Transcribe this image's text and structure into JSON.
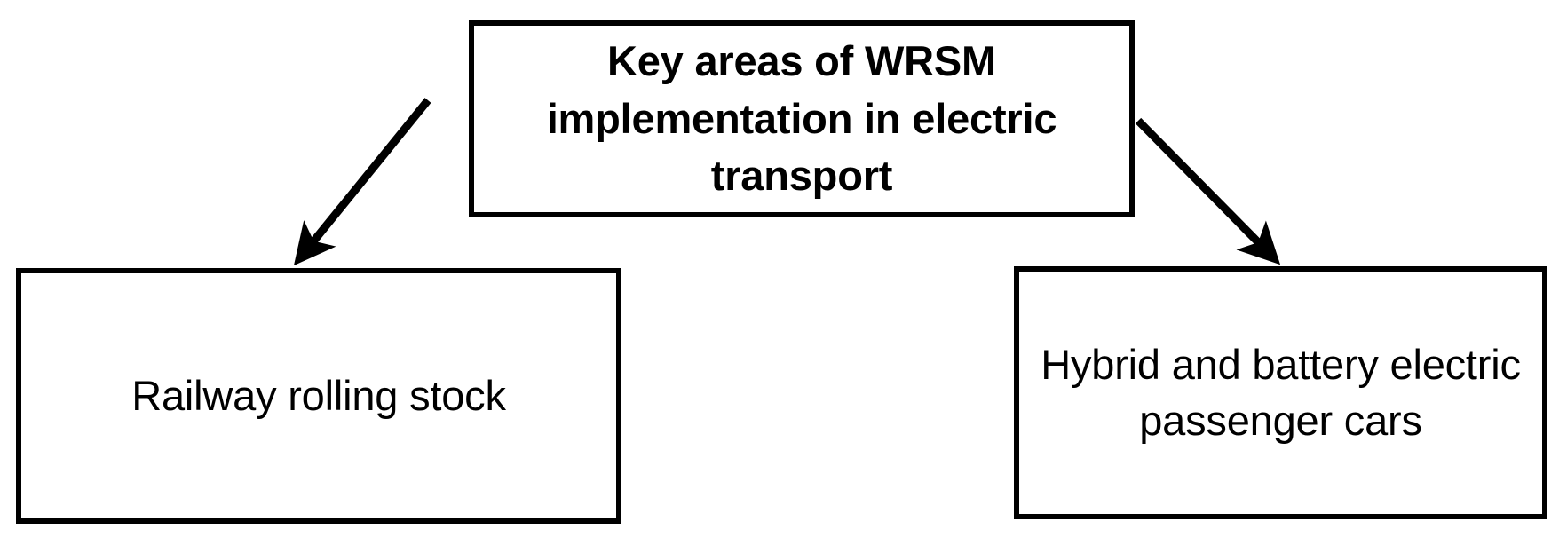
{
  "diagram": {
    "type": "flowchart",
    "orientation": "top-down",
    "background_color": "#ffffff",
    "stroke_color": "#000000",
    "nodes": {
      "root": {
        "label": "Key areas of WRSM implementation in electric transport",
        "shape": "rectangle",
        "bold": true,
        "border_color": "#000000",
        "fill_color": "#ffffff"
      },
      "child_left": {
        "label": "Railway rolling stock",
        "shape": "rectangle",
        "bold": false,
        "border_color": "#000000",
        "fill_color": "#ffffff"
      },
      "child_right": {
        "label": "Hybrid and battery electric passenger cars",
        "shape": "rectangle",
        "bold": false,
        "border_color": "#000000",
        "fill_color": "#ffffff"
      }
    },
    "edges": [
      {
        "id": "edge-root-to-railway",
        "from": "root",
        "to": "child_left",
        "style": "solid",
        "arrowhead": "filled-triangle",
        "color": "#000000"
      },
      {
        "id": "edge-root-to-hybrid",
        "from": "root",
        "to": "child_right",
        "style": "solid",
        "arrowhead": "filled-triangle",
        "color": "#000000"
      }
    ]
  }
}
